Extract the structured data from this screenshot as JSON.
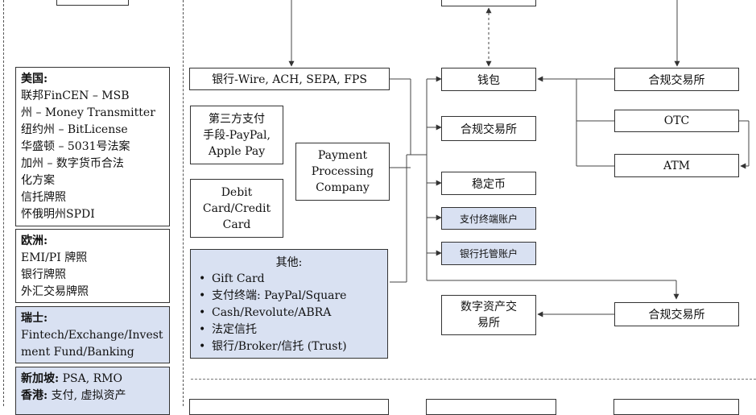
{
  "left": {
    "usa": {
      "title": "美国:",
      "lines": [
        "联邦FinCEN – MSB",
        "州 – Money Transmitter",
        "纽约州 – BitLicense",
        "华盛顿 – 5031号法案",
        "加州 – 数字货币合法",
        "化方案",
        "信托牌照",
        "怀俄明州SPDI"
      ]
    },
    "eu": {
      "title": "欧洲:",
      "lines": [
        "EMI/PI 牌照",
        "银行牌照",
        "外汇交易牌照"
      ]
    },
    "ch": {
      "title": "瑞士:",
      "lines": [
        "Fintech/Exchange/Invest",
        "ment Fund/Banking"
      ]
    },
    "sg": {
      "line1_title": "新加坡:",
      "line1_text": " PSA, RMO",
      "line2_title": "香港:",
      "line2_text": " 支付, 虚拟资产"
    }
  },
  "nodes": {
    "bank_wire": "银行-Wire, ACH, SEPA, FPS",
    "third_party_l1": "第三方支付",
    "third_party_l2": "手段-PayPal,",
    "third_party_l3": "Apple Pay",
    "debit_l1": "Debit",
    "debit_l2": "Card/Credit",
    "debit_l3": "Card",
    "ppc_l1": "Payment",
    "ppc_l2": "Processing",
    "ppc_l3": "Company",
    "wallet": "钱包",
    "compliant_exchange_mid": "合规交易所",
    "stablecoin": "稳定币",
    "pay_terminal_account": "支付终端账户",
    "bank_custody_account": "银行托管账户",
    "digital_asset_exchange_l1": "数字资产交",
    "digital_asset_exchange_l2": "易所",
    "compliant_exchange_right_top": "合规交易所",
    "otc": "OTC",
    "atm": "ATM",
    "compliant_exchange_right_bottom": "合规交易所"
  },
  "others": {
    "title": "其他:",
    "items": [
      "Gift Card",
      "支付终端: PayPal/Square",
      "Cash/Revolute/ABRA",
      "法定信托",
      "银行/Broker/信托 (Trust)"
    ]
  }
}
